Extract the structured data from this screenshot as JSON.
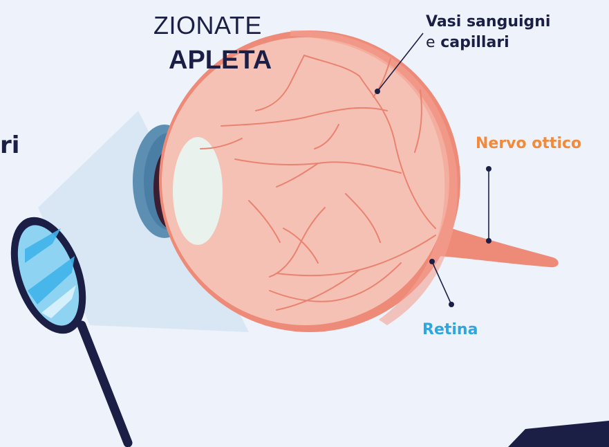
{
  "heading": {
    "line1": "ZIONATE",
    "line2": "APLETA",
    "line3": "ri"
  },
  "labels": {
    "vasi_bold": "Vasi sanguigni",
    "vasi_conj": "e",
    "vasi_bold2": "capillari",
    "nervo": "Nervo ottico",
    "retina": "Retina"
  },
  "colors": {
    "background": "#eef2fa",
    "navy": "#1c1f45",
    "eyeball_fill": "#f6c1b5",
    "eyeball_rim": "#ee8a78",
    "vessels": "#e9836f",
    "iris": "#5d8fb3",
    "pupil": "#3a1f33",
    "lens": "#e9f2ec",
    "lens_glass": "#8fd3f2",
    "nervo_label": "#f28a3c",
    "retina_label": "#2ea6e0"
  },
  "icons": {
    "magnifier": "ophthalmoscope-mirror-icon"
  }
}
